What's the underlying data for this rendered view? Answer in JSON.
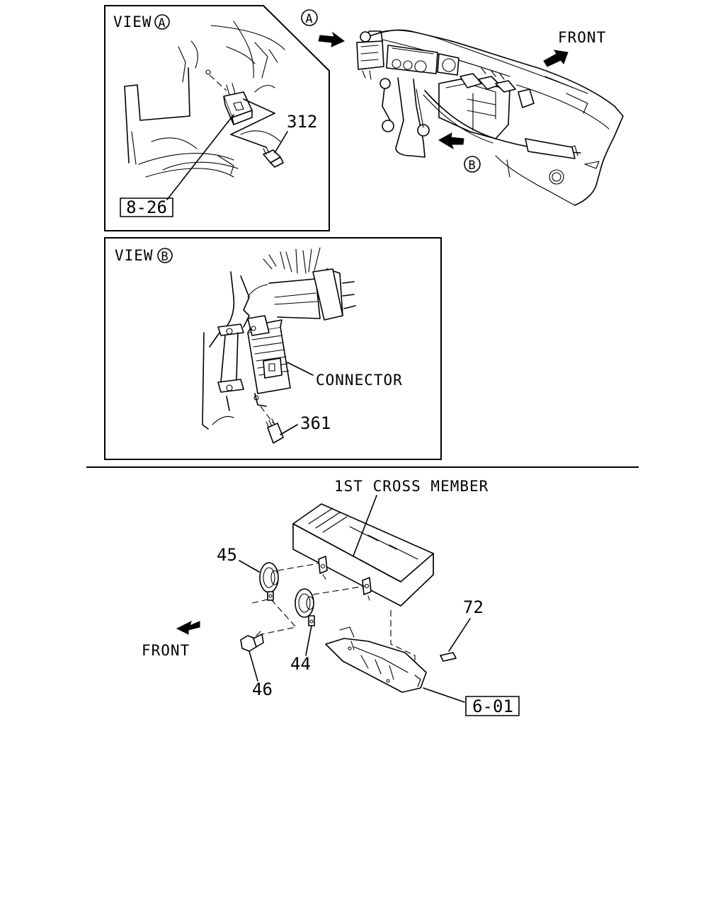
{
  "view_a": {
    "title": "VIEW",
    "marker": "A",
    "part_numbers": {
      "screw": "312"
    },
    "reference": "8-26"
  },
  "view_b": {
    "title": "VIEW",
    "marker": "B",
    "connector_label": "CONNECTOR",
    "part_numbers": {
      "screw": "361"
    }
  },
  "dashboard": {
    "marker_a": "A",
    "marker_b": "B",
    "front_label": "FRONT"
  },
  "horn_assembly": {
    "cross_member_label": "1ST CROSS MEMBER",
    "front_label": "FRONT",
    "part_numbers": {
      "horn_high": "45",
      "horn_low": "44",
      "bolt": "46",
      "clip": "72"
    },
    "reference": "6-01"
  },
  "icons": {
    "arrow": "direction-arrow-icon",
    "circle_marker": "circled-letter-icon"
  }
}
